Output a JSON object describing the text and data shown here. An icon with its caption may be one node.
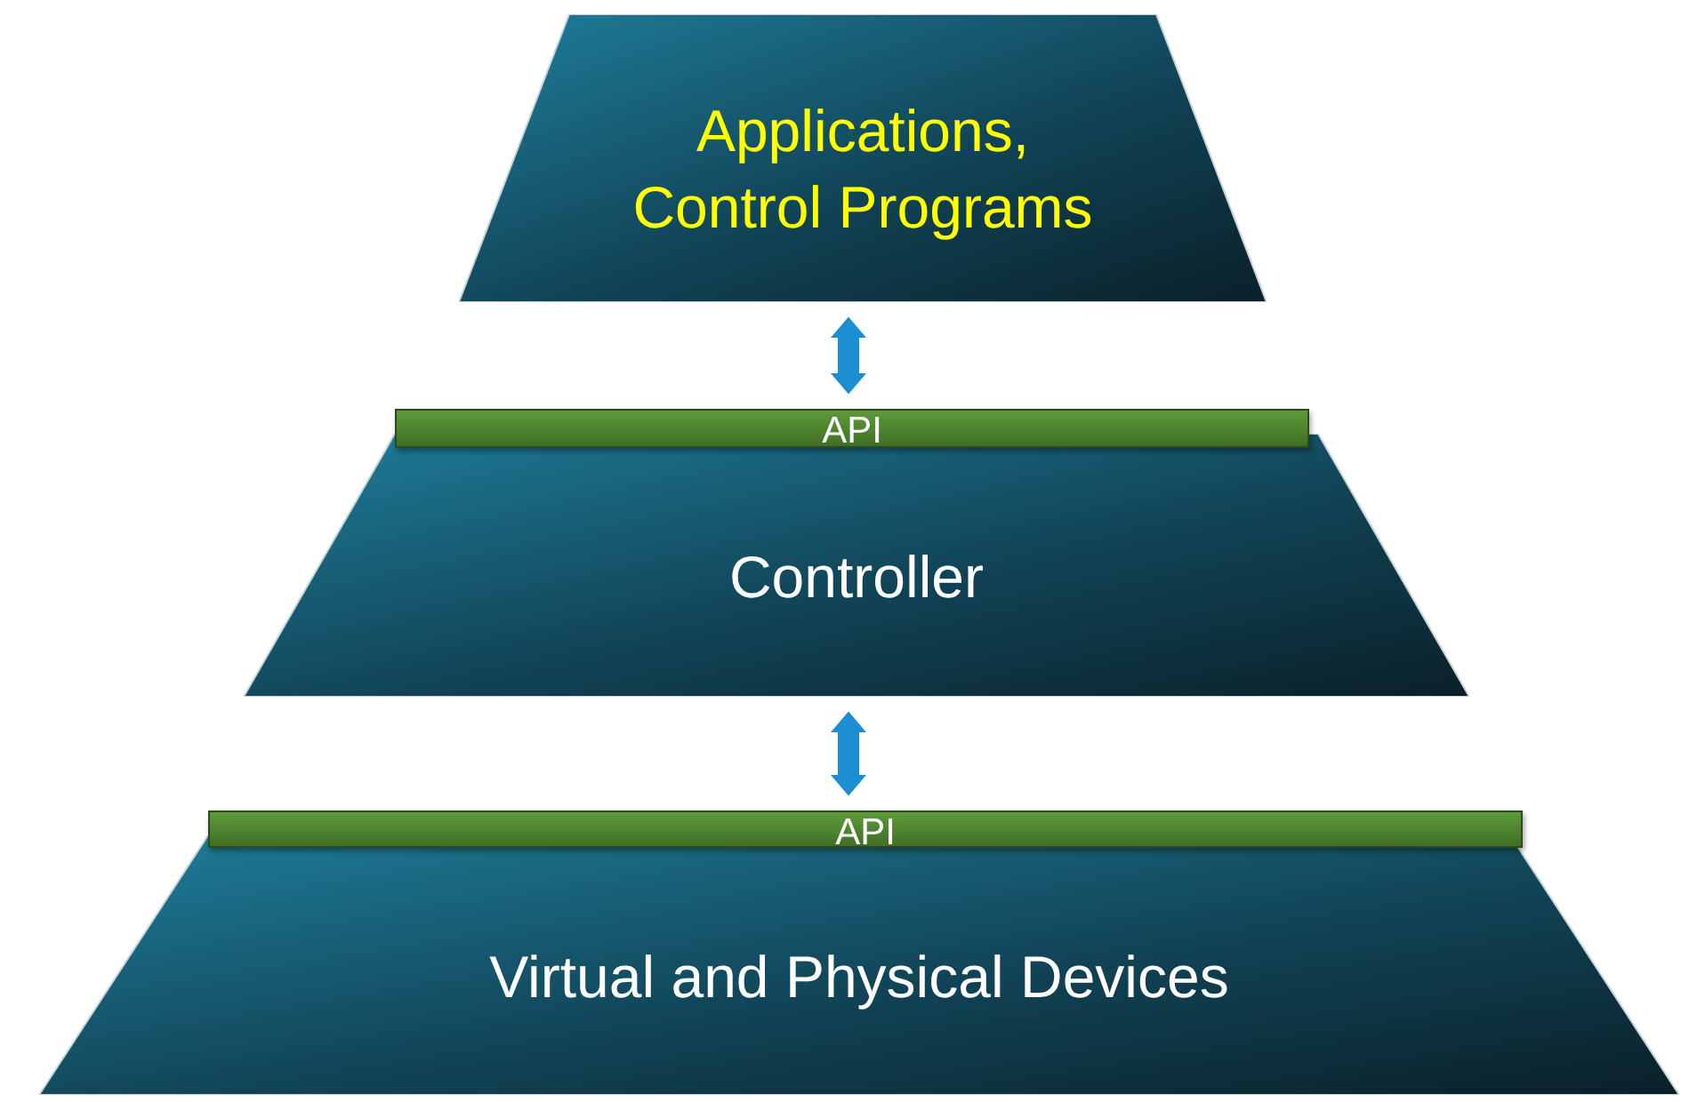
{
  "diagram": {
    "nodes": [
      {
        "text": [
          "Applications, Control Programs"
        ]
      },
      {
        "text": [
          "API"
        ]
      },
      {
        "text": [
          "Controller"
        ]
      },
      {
        "text": [
          "API"
        ]
      },
      {
        "text": [
          "Virtual and Physical Devices"
        ]
      }
    ],
    "edges": [
      {
        "from": 0,
        "to": 1,
        "arrow": "both"
      },
      {
        "from": 2,
        "to": 3,
        "arrow": "both"
      }
    ]
  }
}
